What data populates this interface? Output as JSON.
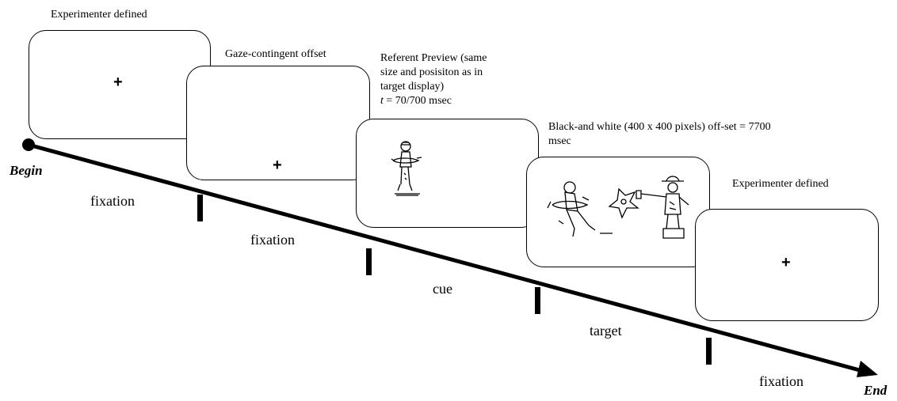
{
  "captions": {
    "screen1": "Experimenter defined",
    "screen2": "Gaze-contingent offset",
    "screen3_line1": "Referent Preview (same",
    "screen3_line2": "size and posisiton as in",
    "screen3_line3": "target display)",
    "screen3_line4_var": "t",
    "screen3_line4_rest": " = 70/700 msec",
    "screen4_line1": "Black-and white (400 x 400 pixels) off-set = 7700",
    "screen4_line2": "msec",
    "screen5": "Experimenter defined"
  },
  "screens": {
    "s1_symbol": "+",
    "s2_symbol": "+",
    "s5_symbol": "+"
  },
  "timeline": {
    "begin": "Begin",
    "end": "End",
    "phases": [
      "fixation",
      "fixation",
      "cue",
      "target",
      "fixation"
    ]
  }
}
